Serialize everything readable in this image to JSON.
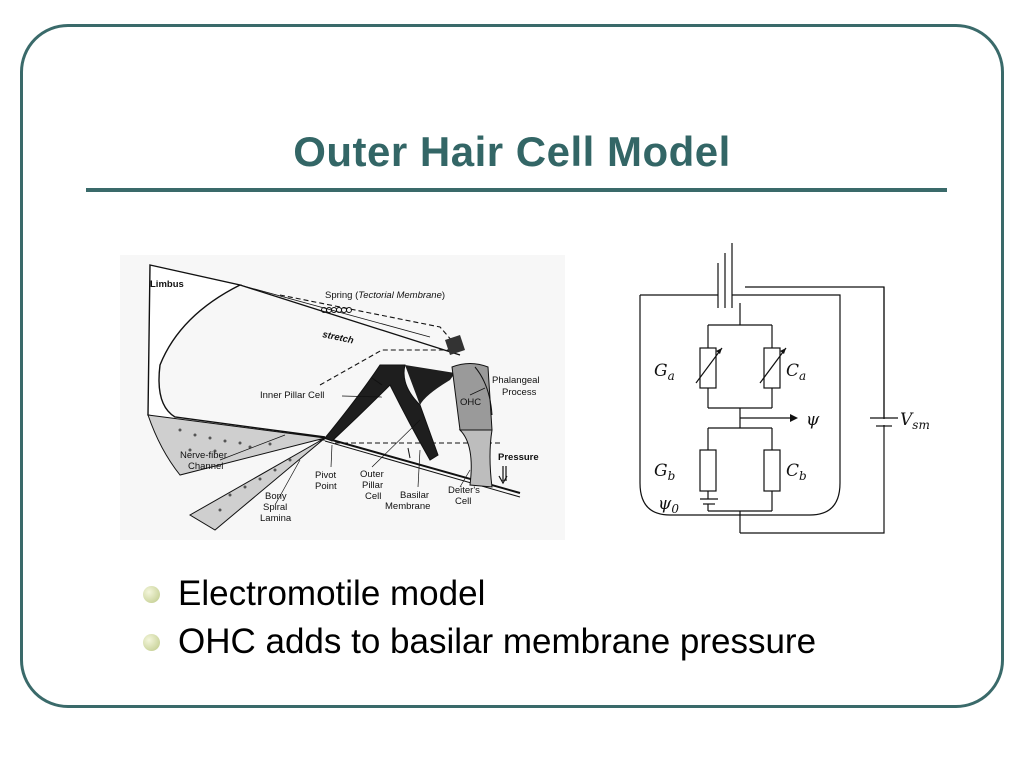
{
  "slide": {
    "title": "Outer Hair Cell Model",
    "bullets": [
      "Electromotile model",
      "OHC adds to basilar membrane pressure"
    ]
  },
  "anatomy_labels": {
    "limbus": "Limbus",
    "spring_prefix": "Spring (",
    "spring_italic": "Tectorial Membrane",
    "spring_suffix": ")",
    "stretch": "stretch",
    "inner_pillar": "Inner Pillar Cell",
    "phalangeal_1": "Phalangeal",
    "phalangeal_2": "Process",
    "ohc": "OHC",
    "nerve_1": "Nerve-fiber",
    "nerve_2": "Channel",
    "pressure": "Pressure",
    "pivot_1": "Pivot",
    "pivot_2": "Point",
    "outer_pillar_1": "Outer",
    "outer_pillar_2": "Pillar",
    "outer_pillar_3": "Cell",
    "basilar_1": "Basilar",
    "basilar_2": "Membrane",
    "deiters_1": "Deiter's",
    "deiters_2": "Cell",
    "bony_1": "Bony",
    "bony_2": "Spiral",
    "bony_3": "Lamina"
  },
  "circuit_labels": {
    "Ga": "G",
    "Ga_sub": "a",
    "Ca": "C",
    "Ca_sub": "a",
    "psi": "ψ",
    "Vsm": "V",
    "Vsm_sub": "sm",
    "Gb": "G",
    "Gb_sub": "b",
    "Cb": "C",
    "Cb_sub": "b",
    "psi0": "ψ",
    "psi0_sub": "0"
  },
  "colors": {
    "title": "#336666",
    "frame": "#3a6a6a",
    "bullet": "#cdd6a0"
  }
}
